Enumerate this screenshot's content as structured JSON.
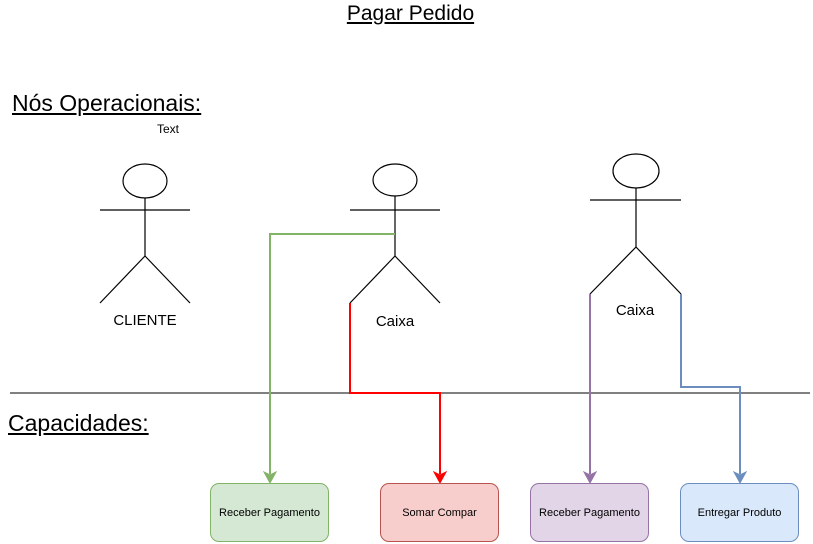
{
  "title": "Pagar Pedido",
  "headings": {
    "nodes": "Nós Operacionais:",
    "capabilities": "Capacidades:"
  },
  "stray_text": "Text",
  "actors": [
    {
      "id": "cliente",
      "label": "CLIENTE"
    },
    {
      "id": "caixa-1",
      "label": "Caixa"
    },
    {
      "id": "caixa-2",
      "label": "Caixa"
    }
  ],
  "capabilities": [
    {
      "label": "Receber Pagamento",
      "fill": "#d5e8d4",
      "stroke": "#82b366"
    },
    {
      "label": "Somar Compar",
      "fill": "#f8cecc",
      "stroke": "#b85450"
    },
    {
      "label": "Receber Pagamento",
      "fill": "#e1d5e7",
      "stroke": "#9673a6"
    },
    {
      "label": "Entregar Produto",
      "fill": "#dae8fc",
      "stroke": "#6c8ebf"
    }
  ],
  "connector_colors": {
    "green": "#82b366",
    "red": "#ff0000",
    "purple": "#9673a6",
    "blue": "#6c8ebf"
  }
}
